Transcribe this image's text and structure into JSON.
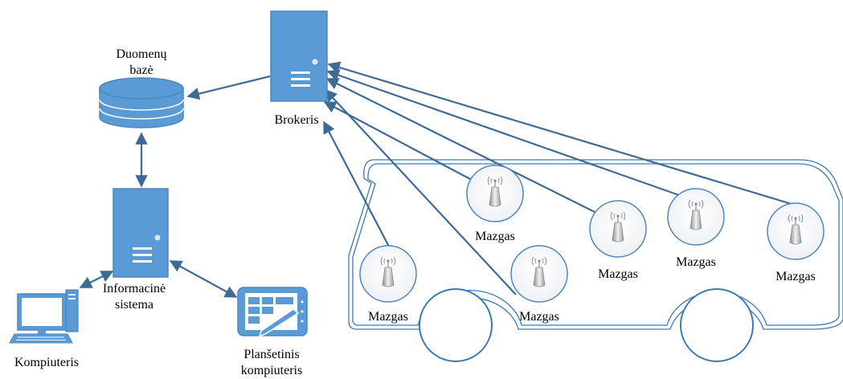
{
  "colors": {
    "server_fill": "#5b9bd5",
    "server_stroke": "#4a86c0",
    "edge": "#3e6b96",
    "bus_outline": "#3d7ab3",
    "node_circle": "#4f86bf"
  },
  "labels": {
    "database_line1": "Duomenų",
    "database_line2": "bazė",
    "broker": "Brokeris",
    "info_system_line1": "Informacinė",
    "info_system_line2": "sistema",
    "computer": "Kompiuteris",
    "tablet_line1": "Planšetinis",
    "tablet_line2": "kompiuteris"
  },
  "nodes": [
    {
      "label": "Mazgas",
      "icon": "antenna-icon"
    },
    {
      "label": "Mazgas",
      "icon": "antenna-icon"
    },
    {
      "label": "Mazgas",
      "icon": "antenna-icon"
    },
    {
      "label": "Mazgas",
      "icon": "antenna-icon"
    },
    {
      "label": "Mazgas",
      "icon": "antenna-icon"
    },
    {
      "label": "Mazgas",
      "icon": "antenna-icon"
    }
  ],
  "icons": {
    "database": "database-icon",
    "broker": "server-icon",
    "info_system": "server-icon",
    "computer": "desktop-computer-icon",
    "tablet": "tablet-icon",
    "vehicle": "bus-outline"
  }
}
